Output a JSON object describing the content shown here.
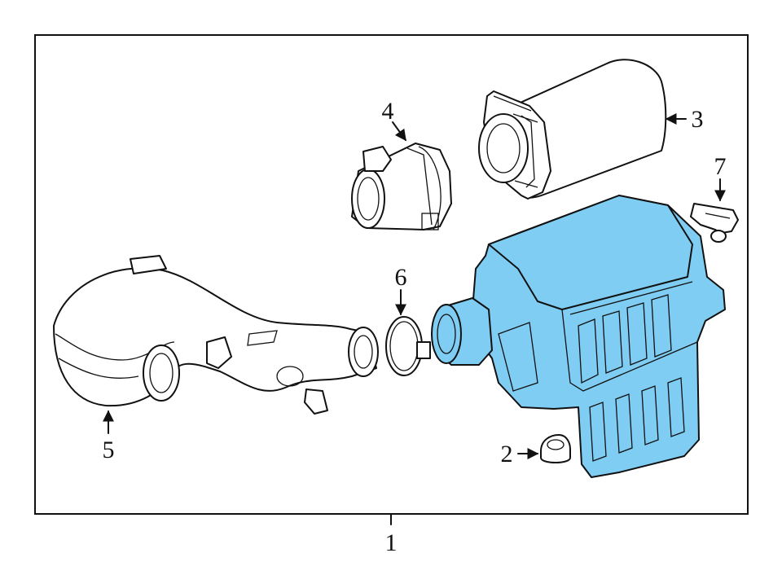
{
  "colors": {
    "highlight": "#7fcdf2",
    "line": "#111111",
    "background": "#ffffff"
  },
  "callouts": {
    "c1": "1",
    "c2": "2",
    "c3": "3",
    "c4": "4",
    "c5": "5",
    "c6": "6",
    "c7": "7"
  }
}
